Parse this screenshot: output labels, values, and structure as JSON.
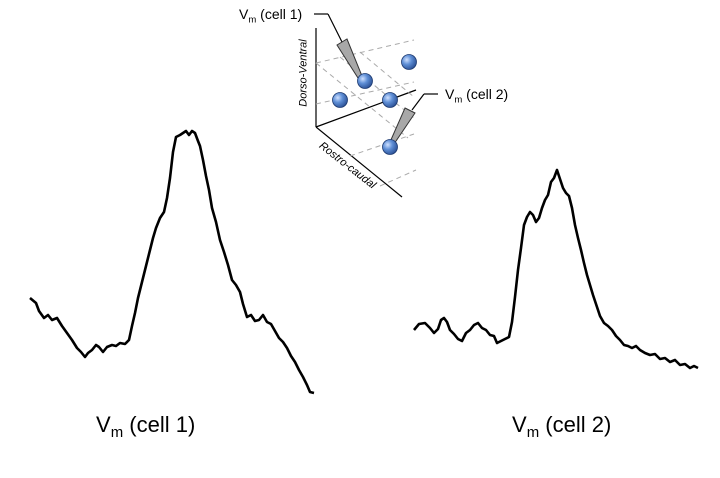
{
  "diagram": {
    "inset": {
      "axis_labels": {
        "vertical": "Dorso-Ventral",
        "depth": "Rostro-caudal"
      },
      "electrode_labels": [
        {
          "base": "V",
          "sub": "m",
          "suffix": " (cell 1)"
        },
        {
          "base": "V",
          "sub": "m",
          "suffix": " (cell 2)"
        }
      ],
      "neuron_color": "#4f7fc6"
    },
    "traces": [
      {
        "base": "V",
        "sub": "m",
        "suffix": " (cell 1)"
      },
      {
        "base": "V",
        "sub": "m",
        "suffix": " (cell 2)"
      }
    ]
  }
}
